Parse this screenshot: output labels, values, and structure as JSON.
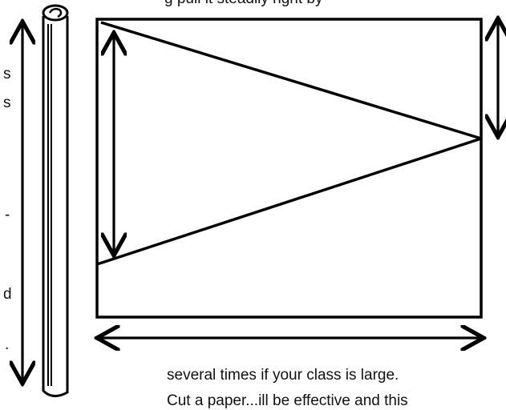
{
  "caption": {
    "top_fragment": "g pull it steadily right by",
    "bottom_line1": "several times if your class is large.",
    "bottom_line2": "Cut a paper...ill be effective and this"
  },
  "left_margin_fragments": [
    "s",
    "s",
    "-",
    "d",
    "."
  ],
  "colors": {
    "ink": "#000000",
    "paper": "#ffffff"
  }
}
